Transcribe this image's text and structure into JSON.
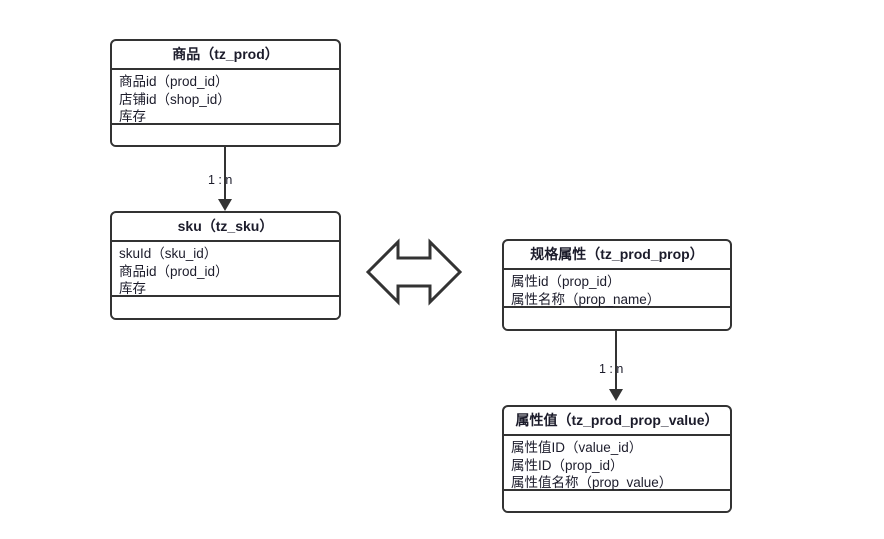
{
  "diagram": {
    "type": "er-diagram",
    "title_hidden": true,
    "colors": {
      "stroke": "#333333",
      "text": "#1c1c2b",
      "background": "#ffffff"
    },
    "entities": [
      {
        "id": "tz_prod",
        "title": "商品（tz_prod）",
        "fields": [
          "商品id（prod_id）",
          "店铺id（shop_id）",
          "库存"
        ],
        "footer": ""
      },
      {
        "id": "tz_sku",
        "title": "sku（tz_sku）",
        "fields": [
          "skuId（sku_id）",
          "商品id（prod_id）",
          "库存"
        ],
        "footer": ""
      },
      {
        "id": "tz_prod_prop",
        "title": "规格属性（tz_prod_prop）",
        "fields": [
          "属性id（prop_id）",
          "属性名称（prop_name）"
        ],
        "footer": ""
      },
      {
        "id": "tz_prod_prop_value",
        "title": "属性值（tz_prod_prop_value）",
        "fields": [
          "属性值ID（value_id）",
          "属性ID（prop_id）",
          "属性值名称（prop_value）"
        ],
        "footer": ""
      }
    ],
    "relationships": [
      {
        "id": "prod-to-sku",
        "from": "tz_prod",
        "to": "tz_sku",
        "label": "1 : n",
        "style": "arrow-down"
      },
      {
        "id": "prop-to-prop-value",
        "from": "tz_prod_prop",
        "to": "tz_prod_prop_value",
        "label": "1 : n",
        "style": "arrow-down"
      },
      {
        "id": "sku-to-prop",
        "from": "tz_sku",
        "to": "tz_prod_prop",
        "label": "",
        "style": "double-headed-arrow"
      }
    ]
  }
}
